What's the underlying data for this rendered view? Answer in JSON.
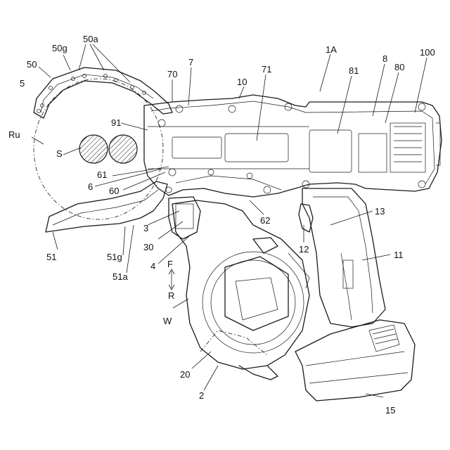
{
  "labels": {
    "l50a": "50a",
    "l50g": "50g",
    "l50": "50",
    "l5": "5",
    "l70": "70",
    "l7": "7",
    "l10": "10",
    "l71": "71",
    "l1A": "1A",
    "l81": "81",
    "l8": "8",
    "l80": "80",
    "l100": "100",
    "lRu": "Ru",
    "l91": "91",
    "lS": "S",
    "l61": "61",
    "l6": "6",
    "l60": "60",
    "l3": "3",
    "l30": "30",
    "l4": "4",
    "l62": "62",
    "l12": "12",
    "l13": "13",
    "l11": "11",
    "l51": "51",
    "l51g": "51g",
    "l51a": "51a",
    "lF": "F",
    "lR": "R",
    "lW": "W",
    "l20": "20",
    "l2": "2",
    "l15": "15"
  },
  "colors": {
    "line": "#1a1a1a",
    "background": "#ffffff"
  }
}
